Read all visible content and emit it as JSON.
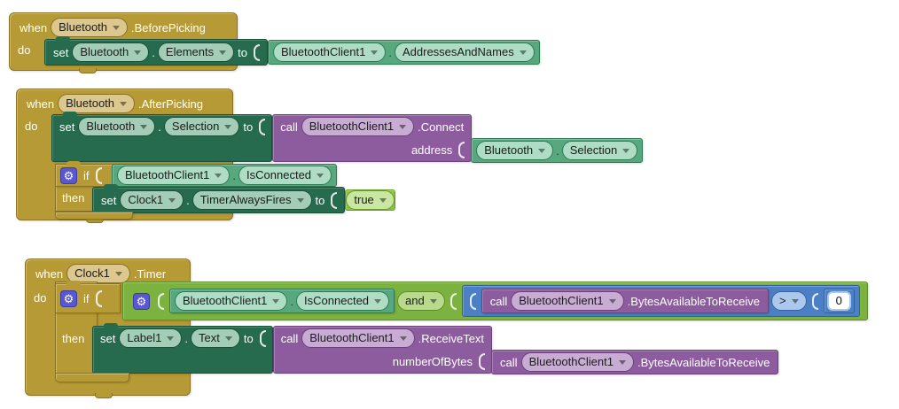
{
  "palette": {
    "canvas": "#ffffff",
    "gold": "#B69A35",
    "gold-border": "#8a7224",
    "gold-pill": "#DCC88F",
    "setter": "#276B4E",
    "setter-border": "#1b4f38",
    "setter-pill": "#A3CDB6",
    "getter": "#57A77F",
    "getter-border": "#2f7a55",
    "getter-pill": "#AEDCC4",
    "purple": "#8D5C9E",
    "purple-border": "#6a4279",
    "purple-pill": "#C9ACD4",
    "logic": "#7CB23F",
    "logic-border": "#5d8c2a",
    "logic-pill": "#B9DA8D",
    "truec": "#8CC63F",
    "true-border": "#699c2c",
    "true-pill": "#C9E7A1",
    "blue": "#4B80C5",
    "blue-border": "#35609c",
    "blue-pill": "#ACC8EC",
    "gear": "#5a58cf",
    "gear-border": "#3b3aa8",
    "text-light": "#ffffff",
    "text-dark": "#1c1c1c"
  },
  "icons": {
    "gear": "⚙"
  },
  "kw": {
    "when": "when",
    "do": "do",
    "then": "then",
    "if": "if",
    "set": "set",
    "to": "to",
    "call": "call",
    "dot": "."
  },
  "group1": {
    "event_component": "Bluetooth",
    "event_name": ".BeforePicking",
    "set_component": "Bluetooth",
    "set_property": "Elements",
    "value_component": "BluetoothClient1",
    "value_property": "AddressesAndNames"
  },
  "group2": {
    "event_component": "Bluetooth",
    "event_name": ".AfterPicking",
    "set_component": "Bluetooth",
    "set_property": "Selection",
    "call_component": "BluetoothClient1",
    "call_method": ".Connect",
    "call_param": "address",
    "param_component": "Bluetooth",
    "param_property": "Selection",
    "cond_component": "BluetoothClient1",
    "cond_property": "IsConnected",
    "then_component": "Clock1",
    "then_property": "TimerAlwaysFires",
    "then_value": "true"
  },
  "group3": {
    "event_component": "Clock1",
    "event_name": ".Timer",
    "cond_component": "BluetoothClient1",
    "cond_property": "IsConnected",
    "logic_op": "and",
    "cmp_call_component": "BluetoothClient1",
    "cmp_call_method": ".BytesAvailableToReceive",
    "cmp_operator": ">",
    "cmp_value": "0",
    "then_set_component": "Label1",
    "then_set_property": "Text",
    "recv_component": "BluetoothClient1",
    "recv_method": ".ReceiveText",
    "recv_param": "numberOfBytes",
    "param_call_component": "BluetoothClient1",
    "param_call_method": ".BytesAvailableToReceive"
  }
}
